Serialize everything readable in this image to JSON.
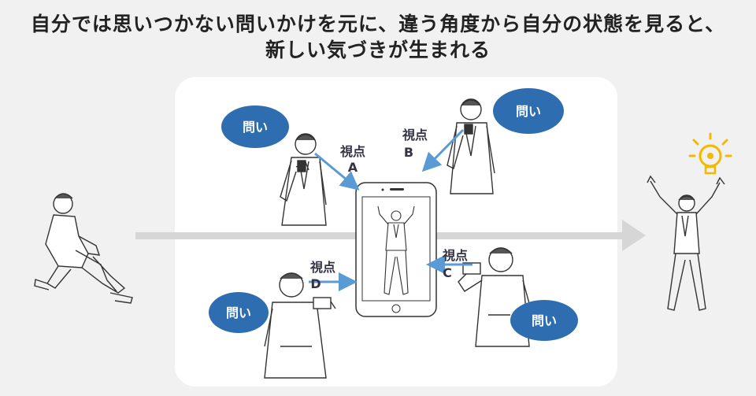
{
  "title": {
    "line1": "自分では思いつかない問いかけを元に、違う角度から自分の状態を見ると、",
    "line2": "新しい気づきが生まれる"
  },
  "bubble_label": "問い",
  "viewpoints": [
    {
      "label": "視点",
      "letter": "A"
    },
    {
      "label": "視点",
      "letter": "B"
    },
    {
      "label": "視点",
      "letter": "C"
    },
    {
      "label": "視点",
      "letter": "D"
    }
  ],
  "colors": {
    "bubble": "#2f6db1",
    "arrow": "#5b9bd5",
    "flow_arrow": "#d6d6d6",
    "panel": "#ffffff",
    "bulb": "#f5b800"
  }
}
